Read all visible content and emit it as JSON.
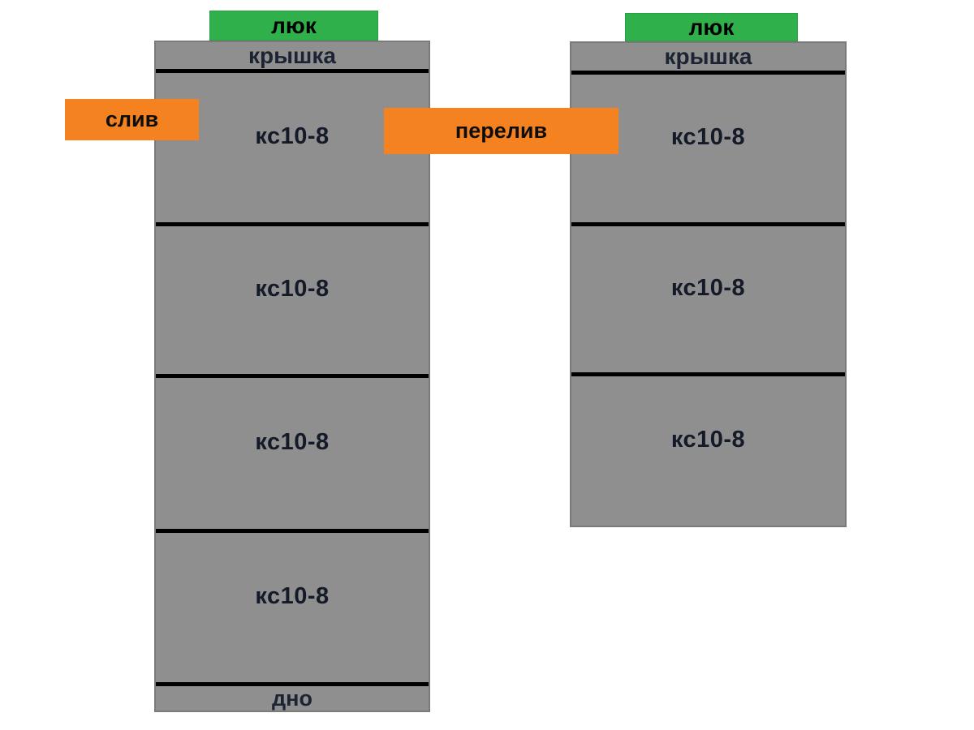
{
  "colors": {
    "background": "#ffffff",
    "ring_gray": "#8f8f8f",
    "ring_border": "#797979",
    "hatch_green": "#2fb04a",
    "pipe_orange": "#f58220",
    "separator_black": "#000000",
    "cover_text": "#1c2433",
    "ring_text": "#141a28",
    "hatch_text": "#000000",
    "pipe_text": "#0d0d0d"
  },
  "left_tank": {
    "hatch": "люк",
    "cover": "крышка",
    "rings": [
      "кс10-8",
      "кс10-8",
      "кс10-8",
      "кс10-8"
    ],
    "bottom": "дно"
  },
  "right_tank": {
    "hatch": "люк",
    "cover": "крышка",
    "rings": [
      "кс10-8",
      "кс10-8",
      "кс10-8"
    ]
  },
  "pipe_labels": {
    "drain": "слив",
    "overflow": "перелив"
  }
}
